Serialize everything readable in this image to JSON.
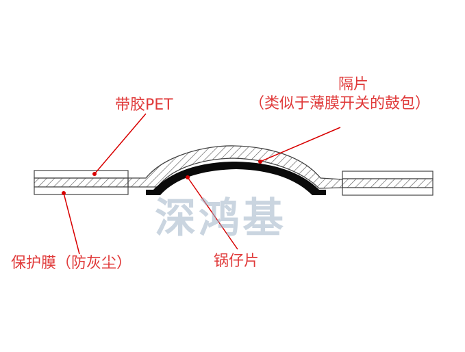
{
  "labels": {
    "spacer_title": "隔片",
    "spacer_note": "（类似于薄膜开关的鼓包）",
    "adhesive_pet": "带胶PET",
    "protective_film": "保护膜（防灰尘）",
    "dome": "锅仔片"
  },
  "watermark": "深鸿基",
  "colors": {
    "label": "#e03a3a",
    "leader": "#d80000",
    "outline": "#444444",
    "hatch": "#666666",
    "dome": "#0a0a0a",
    "watermark": "#9fb3c8"
  }
}
